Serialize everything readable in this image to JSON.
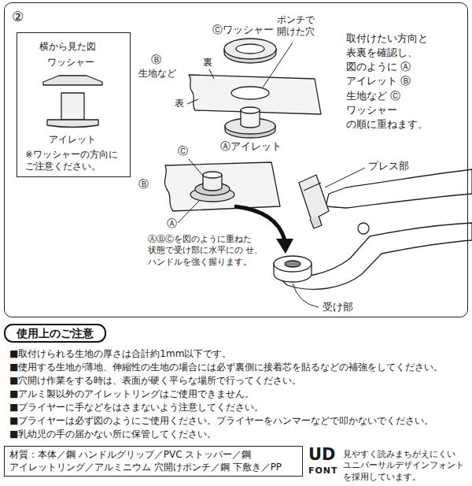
{
  "diagram": {
    "nodes": [
      {
        "text": [
          "②"
        ]
      },
      {
        "text": [
          "横から見た図",
          "ワッシャー",
          "アイレット",
          "※ワッシャーの方向に ご注意ください。"
        ],
        "in": 0
      },
      {
        "text": [
          "使用上のご注意"
        ]
      },
      {
        "text": [
          "材質：本体／鋼 ハンドルグリップ／PVC ストッパー／鋼 アイレットリング／アルミニウム 穴開けポンチ／鋼 下敷き／PP"
        ]
      }
    ],
    "labels": [
      "Ⓒワッシャー",
      "ポンチで 開けた穴",
      "Ⓑ",
      "生地など",
      "裏",
      "表",
      "Ⓐアイレット",
      "取付けたい方向と 表裏を確認し、 図のように Ⓐアイレット Ⓑ生地など Ⓒワッシャー の順に重ねます。",
      "Ⓒ",
      "Ⓑ",
      "Ⓐ",
      "プレス部",
      "ⒶⒷⒸを図のように重ねた 状態で受け部に水平にの せ、ハンドルを強く握ります。",
      "受け部",
      "■取付けられる生地の厚さは合計約1mm以下です。",
      "■使用する生地が薄地、伸縮性の生地の場合には必ず裏側に接着芯を貼るなどの補強をしてください。",
      "■穴開け作業をする時は、表面が硬く平らな場所で行ってください。",
      "■アルミ製以外のアイレットリングはご使用できません。",
      "■プライヤーに手などをはさまないよう注意してください。",
      "■プライヤーは必ず図のようにご使用ください。プライヤーをハンマーなどで叩かないでください。",
      "■乳幼児の手の届かない所に保管してください。",
      "UD",
      "FONT",
      "見やすく読みまちがえにくい ユニバーサルデザインフォント を採用しています。"
    ]
  }
}
